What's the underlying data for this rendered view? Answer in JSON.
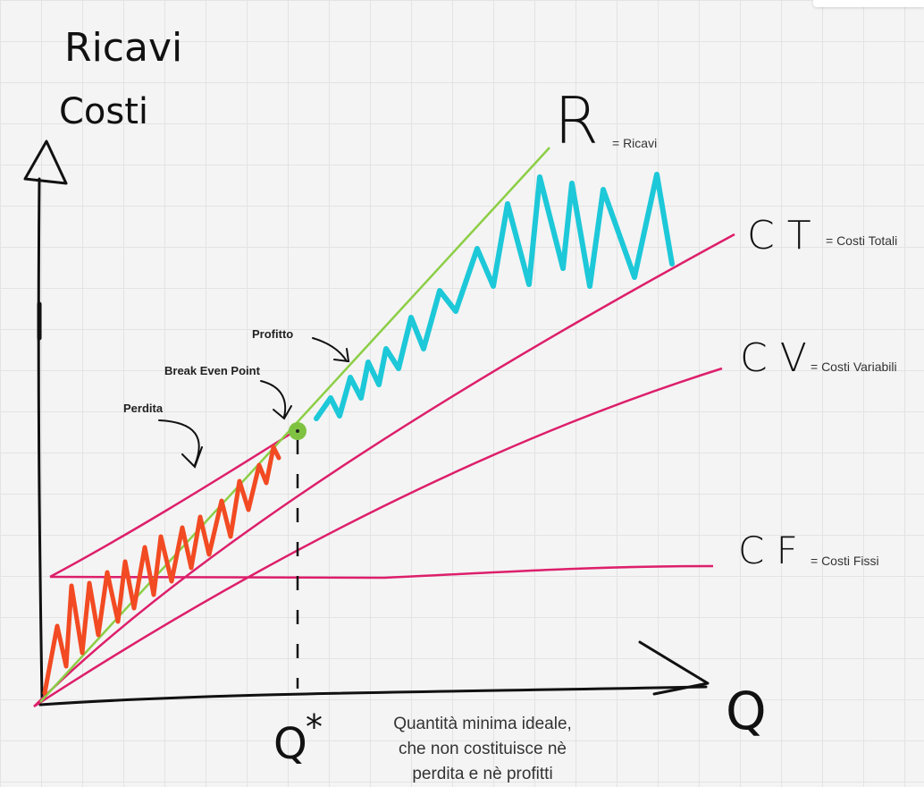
{
  "axis_y_label_line1": "Ricavi",
  "axis_y_label_line2": "Costi",
  "axis_x_label": "Q",
  "curves": {
    "R": {
      "symbol": "R",
      "note": "= Ricavi",
      "color": "#8cce45"
    },
    "CT": {
      "symbol": "C T",
      "note": "= Costi Totali",
      "color": "#dd1f6b"
    },
    "CV": {
      "symbol": "C V",
      "note": "= Costi Variabili",
      "color": "#dd1f6b"
    },
    "CF": {
      "symbol": "C F",
      "note": "= Costi Fissi",
      "color": "#dd1f6b"
    }
  },
  "annotations": {
    "perdita": "Perdita",
    "break_even": "Break Even Point",
    "profitto": "Profitto"
  },
  "q_star": "Q",
  "q_star_mark": "*",
  "caption_lines": [
    "Quantità minima ideale,",
    "che non costituisce nè",
    "perdita e nè profitti"
  ],
  "colors": {
    "loss_zigzag": "#f24a22",
    "profit_zigzag": "#1dc8d8",
    "break_even_dot": "#7fc241",
    "axis": "#111111"
  }
}
